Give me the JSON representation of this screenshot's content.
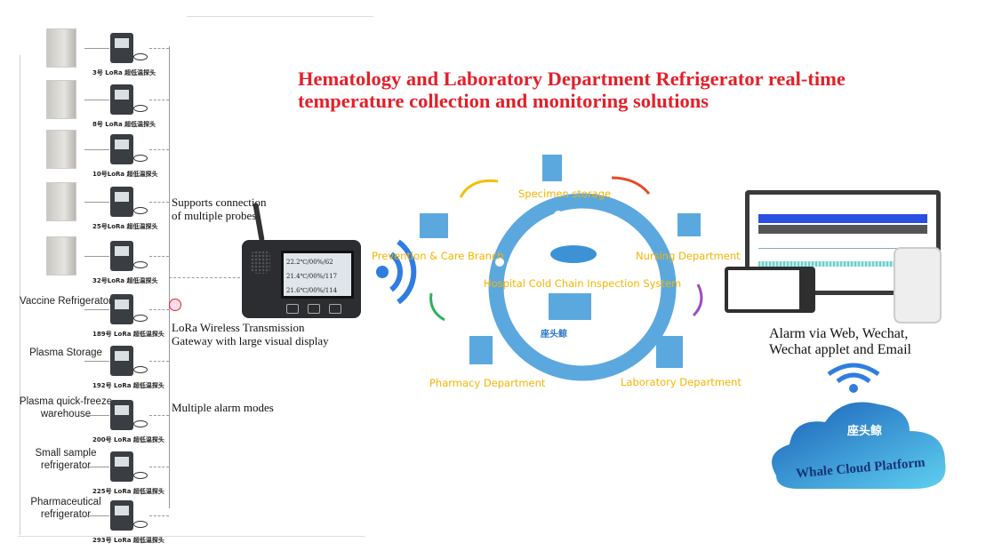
{
  "title_line1": "Hematology and Laboratory Department Refrigerator real-time",
  "title_line2": "temperature collection and monitoring solutions",
  "probes": [
    {
      "tag": "3号 LoRa 超低温探头",
      "label": ""
    },
    {
      "tag": "8号 LoRa 超低温探头",
      "label": ""
    },
    {
      "tag": "10号LoRa 超低温探头",
      "label": ""
    },
    {
      "tag": "25号LoRa 超低温探头",
      "label": ""
    },
    {
      "tag": "32号LoRa 超低温探头",
      "label": ""
    },
    {
      "tag": "189号 LoRa 超低温探头",
      "label": "Vaccine Refrigerator"
    },
    {
      "tag": "192号 LoRa 超低温探头",
      "label": "Plasma Storage"
    },
    {
      "tag": "200号 LoRa 超低温探头",
      "label": "Plasma quick-freeze\nwarehouse"
    },
    {
      "tag": "225号 LoRa 超低温探头",
      "label": "Small sample\nrefrigerator"
    },
    {
      "tag": "293号 LoRa 超低温探头",
      "label": "Pharmaceutical\nrefrigerator"
    }
  ],
  "notes": {
    "multi_probe_1": "Supports connection",
    "multi_probe_2": "of multiple probes",
    "gateway_1": "LoRa Wireless Transmission",
    "gateway_2": "Gateway with large visual display",
    "alarm_modes": "Multiple alarm modes"
  },
  "gateway_screen": [
    "22.2℃/00%/62",
    "21.4℃/00%/117",
    "21.6℃/00%/114"
  ],
  "cycle": {
    "center": "Hospital Cold Chain Inspection System",
    "nodes": [
      "Specimen storage",
      "Nursing Department",
      "Laboratory Department",
      "Pharmacy Department",
      "Prevention & Care Branch"
    ],
    "logo": "座头鲸"
  },
  "right": {
    "alarm_1": "Alarm via Web, Wechat,",
    "alarm_2": "Wechat applet and Email",
    "cloud_label": "Whale Cloud Platform",
    "cloud_logo": "座头鲸"
  },
  "colors": {
    "title": "#e3202a",
    "node_text": "#f6b400",
    "ring": "#5ba8df"
  }
}
